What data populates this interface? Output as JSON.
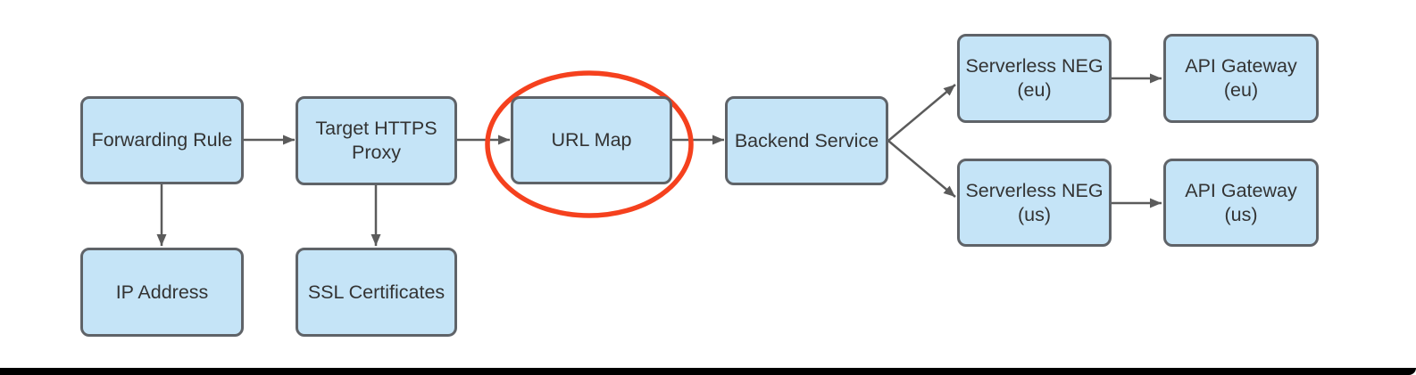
{
  "diagram_type": "flowchart",
  "colors": {
    "node_fill": "#c5e4f7",
    "node_border": "#5f6368",
    "arrow": "#5b5b5b",
    "highlight": "#f5411e",
    "text": "#333333",
    "bottom_bar": "#000000"
  },
  "nodes": [
    {
      "id": "forwarding-rule",
      "label": "Forwarding Rule"
    },
    {
      "id": "target-https-proxy",
      "label": "Target HTTPS\nProxy"
    },
    {
      "id": "url-map",
      "label": "URL Map",
      "highlighted": true
    },
    {
      "id": "backend-service",
      "label": "Backend Service"
    },
    {
      "id": "serverless-neg-eu",
      "label": "Serverless NEG\n(eu)"
    },
    {
      "id": "api-gateway-eu",
      "label": "API Gateway\n(eu)"
    },
    {
      "id": "serverless-neg-us",
      "label": "Serverless NEG\n(us)"
    },
    {
      "id": "api-gateway-us",
      "label": "API Gateway\n(us)"
    },
    {
      "id": "ip-address",
      "label": "IP Address"
    },
    {
      "id": "ssl-certificates",
      "label": "SSL Certificates"
    }
  ],
  "edges": [
    {
      "from": "forwarding-rule",
      "to": "target-https-proxy"
    },
    {
      "from": "target-https-proxy",
      "to": "url-map"
    },
    {
      "from": "url-map",
      "to": "backend-service"
    },
    {
      "from": "backend-service",
      "to": "serverless-neg-eu"
    },
    {
      "from": "backend-service",
      "to": "serverless-neg-us"
    },
    {
      "from": "serverless-neg-eu",
      "to": "api-gateway-eu"
    },
    {
      "from": "serverless-neg-us",
      "to": "api-gateway-us"
    },
    {
      "from": "forwarding-rule",
      "to": "ip-address"
    },
    {
      "from": "target-https-proxy",
      "to": "ssl-certificates"
    }
  ],
  "annotations": [
    {
      "type": "ellipse-highlight",
      "target": "url-map",
      "color": "#f5411e"
    }
  ]
}
